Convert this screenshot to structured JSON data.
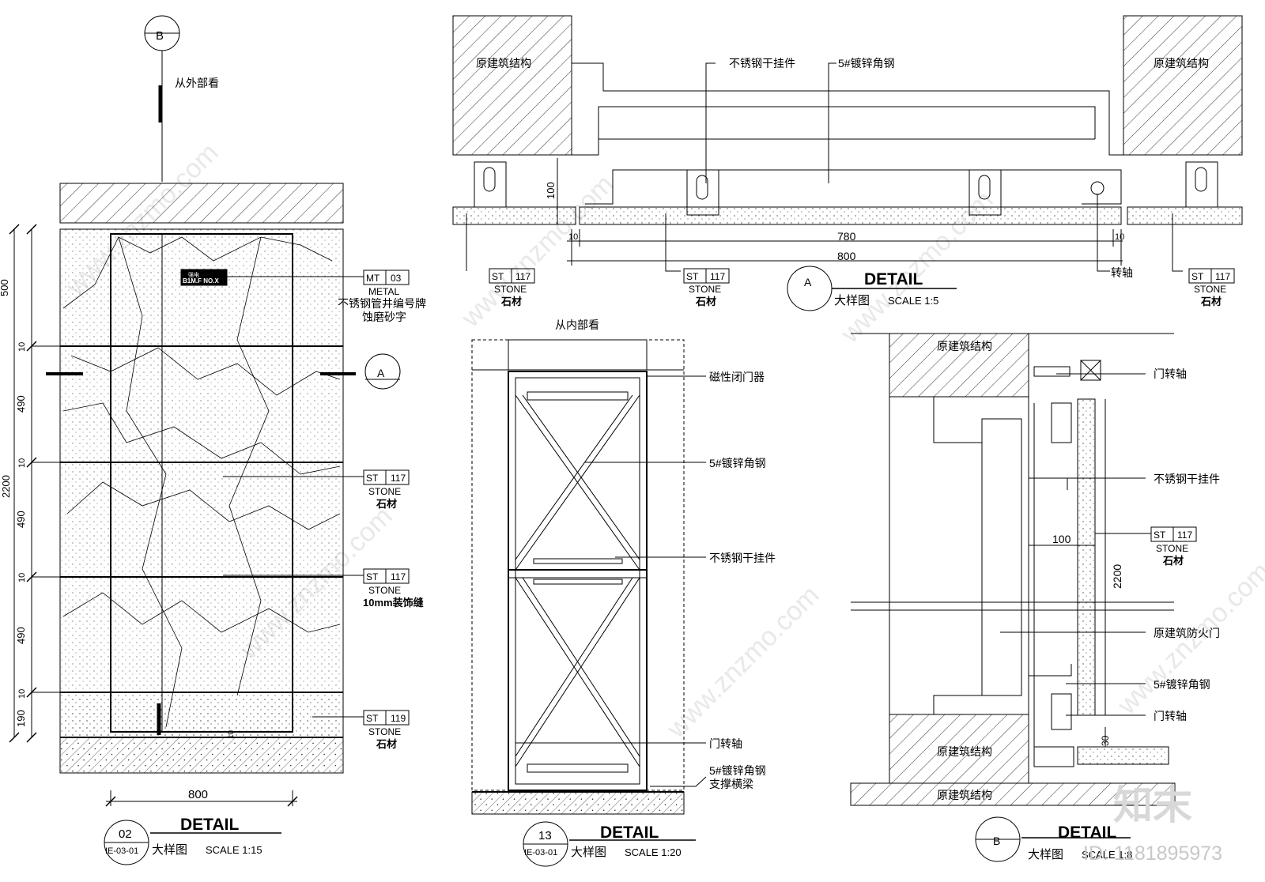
{
  "watermark": {
    "site": "www.znzmo.com",
    "brand": "知末",
    "id": "ID: 1181895973"
  },
  "section_02": {
    "marker_B": "B",
    "view_note": "从外部看",
    "marker_A": "A",
    "dims_vertical": [
      "500",
      "10",
      "490",
      "10",
      "490",
      "10",
      "490",
      "10",
      "190"
    ],
    "dim_total": "2200",
    "dim_width": "800",
    "dim_small": "10",
    "plate_text": "强电\nB1M.F NO.X",
    "tags": [
      {
        "code": "MT",
        "num": "03",
        "type": "METAL",
        "desc1": "不锈钢管井编号牌",
        "desc2": "蚀磨砂字"
      },
      {
        "code": "ST",
        "num": "117",
        "type": "STONE",
        "desc1": "石材"
      },
      {
        "code": "ST",
        "num": "117",
        "type": "STONE",
        "desc1": "10mm装饰缝"
      },
      {
        "code": "ST",
        "num": "119",
        "type": "STONE",
        "desc1": "石材"
      }
    ],
    "callout_num": "02",
    "callout_sheet": "IE-03-01",
    "title": "DETAIL",
    "subtitle": "大样图",
    "scale": "SCALE   1:15"
  },
  "section_A": {
    "label_structure": "原建筑结构",
    "label_hanger": "不锈钢干挂件",
    "label_angle": "5#镀锌角钢",
    "label_pivot": "转轴",
    "dim_100": "100",
    "dim_10": "10",
    "dim_780": "780",
    "dim_800": "800",
    "tags": [
      {
        "code": "ST",
        "num": "117",
        "type": "STONE",
        "desc": "石材"
      },
      {
        "code": "ST",
        "num": "117",
        "type": "STONE",
        "desc": "石材"
      },
      {
        "code": "ST",
        "num": "117",
        "type": "STONE",
        "desc": "石材"
      }
    ],
    "callout": "A",
    "title": "DETAIL",
    "subtitle": "大样图",
    "scale": "SCALE   1:5"
  },
  "section_13": {
    "view_note": "从内部看",
    "labels": [
      "磁性闭门器",
      "5#镀锌角钢",
      "不锈钢干挂件",
      "门转轴",
      "5#镀锌角钢",
      "支撑横梁"
    ],
    "callout_num": "13",
    "callout_sheet": "IE-03-01",
    "title": "DETAIL",
    "subtitle": "大样图",
    "scale": "SCALE   1:20"
  },
  "section_B": {
    "label_structure": "原建筑结构",
    "labels": [
      "门转轴",
      "不锈钢干挂件",
      "原建筑防火门",
      "5#镀锌角钢",
      "门转轴"
    ],
    "tag": {
      "code": "ST",
      "num": "117",
      "type": "STONE",
      "desc": "石材"
    },
    "dim_100": "100",
    "dim_2200": "2200",
    "dim_30": "30",
    "callout": "B",
    "title": "DETAIL",
    "subtitle": "大样图",
    "scale": "SCALE   1:8"
  }
}
